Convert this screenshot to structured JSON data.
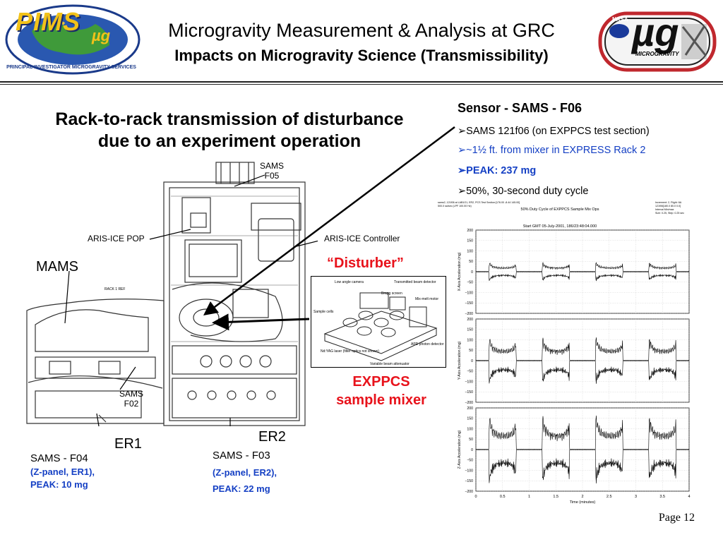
{
  "header": {
    "title": "Microgravity Measurement & Analysis at GRC",
    "subtitle": "Impacts on Microgravity Science (Transmissibility)",
    "left_logo_text": "PIMS",
    "left_logo_ring_text": "PRINCIPAL INVESTIGATOR MICROGRAVITY SERVICES",
    "left_logo_mu": "µg",
    "right_logo_text": "µg",
    "right_logo_sub": "MICROGRAVITY",
    "right_logo_nasa": "NASA"
  },
  "slide_title": {
    "line1": "Rack-to-rack transmission of disturbance",
    "line2": "due to an experiment operation"
  },
  "labels": {
    "sams_f05_a": "SAMS",
    "sams_f05_b": "F05",
    "aris_ice_pop": "ARIS-ICE POP",
    "aris_ice_controller": "ARIS-ICE Controller",
    "mams": "MAMS",
    "disturber": "“Disturber”",
    "exppcs_1": "EXPPCS",
    "exppcs_2": "sample mixer",
    "sams_f02_a": "SAMS",
    "sams_f02_b": "F02",
    "er1": "ER1",
    "er2": "ER2",
    "rack1_ref": "RACK 1 REF"
  },
  "sensors": {
    "f04": {
      "name": "SAMS - F04",
      "loc": "(Z-panel, ER1),",
      "peak": "PEAK: 10 mg"
    },
    "f03": {
      "name": "SAMS - F03",
      "loc": "(Z-panel, ER2),",
      "peak": "PEAK: 22 mg"
    }
  },
  "sensor_box": {
    "heading": "Sensor - SAMS - F06",
    "bullets": [
      "SAMS 121f06 (on EXPPCS test section)",
      "~1½ ft. from mixer in EXPRESS Rack 2",
      "PEAK: 237 mg",
      "50%, 30-second duty cycle"
    ],
    "bullet_glyph": "➢"
  },
  "inset": {
    "low_angle_camera": "Low angle camera",
    "transmitted": "Transmitted beam detector",
    "bragg": "Bragg screen",
    "sample_cells": "Sample cells",
    "mix_melt": "Mix-melt motor",
    "ndyag": "Nd:YAG laser (filter optics not shown)",
    "variable": "Variable beam attenuator",
    "apd": "APD photon detector"
  },
  "chart_data": {
    "type": "line",
    "header_left": "sams2, 121f06 at LAB1O1, ER2, PCS Test Section:[176.00 -8.44 145.00]\n500.0 sa/sec (LPF 100.00 Hz)",
    "header_center": "50% Duty Cycle of EXPPCS Sample Mix Ops",
    "header_right": "Increment: 2, Flight: 6A\n121f06[180.0 80.0 0.0]\nInterval Min/max\nSize: 0.25, Step: 0.25 sec",
    "start": "Start GMT 05-July-2001, 186/23:48:04.000",
    "xlabel": "Time (minutes)",
    "xlim": [
      0,
      4
    ],
    "xticks": [
      "0",
      "0.5",
      "1",
      "1.5",
      "2",
      "2.5",
      "3",
      "3.5",
      "4"
    ],
    "yticks": [
      "200",
      "150",
      "100",
      "50",
      "0",
      "−50",
      "−100",
      "−150",
      "−200"
    ],
    "panels": [
      {
        "ylabel": "X-Axis Acceleration (mg)",
        "ylim": [
          -200,
          200
        ],
        "amplitude": 30
      },
      {
        "ylabel": "Y-Axis Acceleration (mg)",
        "ylim": [
          -200,
          200
        ],
        "amplitude": 75
      },
      {
        "ylabel": "Z-Axis Acceleration (mg)",
        "ylim": [
          -200,
          200
        ],
        "amplitude": 110
      }
    ],
    "bursts": [
      [
        0.25,
        0.75
      ],
      [
        1.25,
        1.75
      ],
      [
        2.25,
        2.75
      ],
      [
        3.25,
        3.75
      ]
    ]
  },
  "page": "Page 12"
}
